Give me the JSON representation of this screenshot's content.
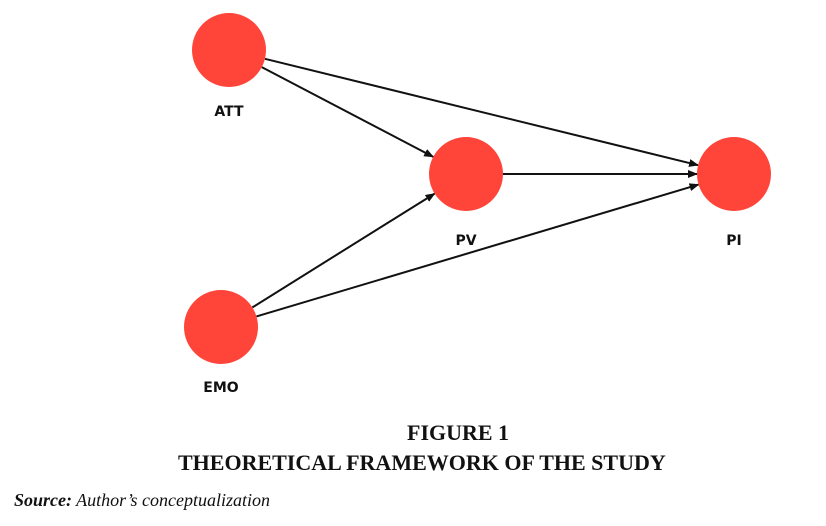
{
  "nodes": [
    {
      "id": "ATT",
      "label": "ATT"
    },
    {
      "id": "PV",
      "label": "PV"
    },
    {
      "id": "PI",
      "label": "PI"
    },
    {
      "id": "EMO",
      "label": "EMO"
    }
  ],
  "edges": [
    [
      "ATT",
      "PV"
    ],
    [
      "ATT",
      "PI"
    ],
    [
      "PV",
      "PI"
    ],
    [
      "EMO",
      "PV"
    ],
    [
      "EMO",
      "PI"
    ]
  ],
  "colors": {
    "node": "#FF453A",
    "edge": "#111111"
  },
  "caption": {
    "line1": "FIGURE 1",
    "line2": "THEORETICAL FRAMEWORK OF THE STUDY"
  },
  "source": {
    "label": "Source:",
    "text": " Author’s conceptualization"
  }
}
